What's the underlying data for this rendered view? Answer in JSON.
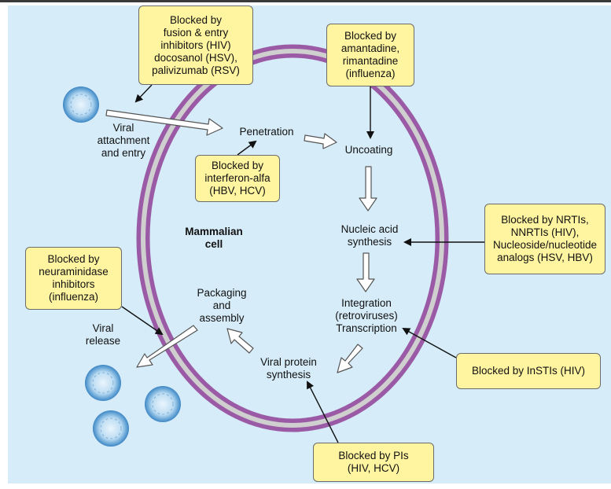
{
  "center_label": "Mammalian\ncell",
  "steps": {
    "attachment": "Viral\nattachment\nand entry",
    "penetration": "Penetration",
    "uncoating": "Uncoating",
    "nucleic": "Nucleic acid\nsynthesis",
    "integration": "Integration\n(retroviruses)\nTranscription",
    "protein": "Viral protein\nsynthesis",
    "packaging": "Packaging\nand\nassembly",
    "release": "Viral\nrelease"
  },
  "blockers": {
    "fusion": "Blocked by\nfusion & entry\ninhibitors (HIV)\ndocosanol (HSV),\npalivizumab (RSV)",
    "amantadine": "Blocked by\namantadine,\nrimantadine\n(influenza)",
    "interferon": "Blocked by\ninterferon-alfa\n(HBV, HCV)",
    "nrti": "Blocked by NRTIs,\nNNRTIs (HIV),\nNucleoside/nucleotide\nanalogs (HSV, HBV)",
    "neuraminidase": "Blocked by\nneuraminidase\ninhibitors\n(influenza)",
    "instis": "Blocked by InSTIs (HIV)",
    "pis": "Blocked by PIs\n(HIV, HCV)"
  },
  "colors": {
    "background": "#d6ecf8",
    "membrane_outer": "#9b5aa5",
    "membrane_inner": "#c7c7c7",
    "box_fill": "#fff5a0",
    "virion": "#5b9bd5"
  }
}
